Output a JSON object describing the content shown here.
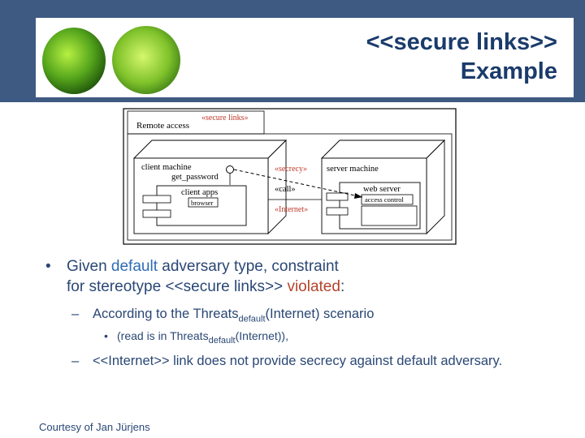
{
  "title": {
    "line1": "<<secure links>>",
    "line2": "Example"
  },
  "diagram": {
    "package_name": "Remote access",
    "package_stereotype": "«secure links»",
    "client_node": "client machine",
    "get_password": "get_password",
    "client_apps": "client apps",
    "browser": "browser",
    "secrecy": "«secrecy»",
    "call": "«call»",
    "internet": "«Internet»",
    "server_node": "server machine",
    "web_server": "web server",
    "access_control": "access control"
  },
  "bullet1": {
    "prefix": "Given ",
    "default": "default",
    "middle": " adversary type, constraint",
    "line2_prefix": "for stereotype <<secure links>> ",
    "violated": "violated",
    "colon": ":"
  },
  "sub1": {
    "prefix": "According to the Threats",
    "subscript": "default",
    "suffix": "(Internet) scenario"
  },
  "subsub1": {
    "prefix": "(read is in Threats",
    "subscript": "default",
    "suffix": "(Internet)),"
  },
  "sub2": {
    "text": "<<Internet>> link does not provide secrecy against default adversary."
  },
  "courtesy": "Courtesy of Jan Jürjens",
  "colors": {
    "header_bar": "#3e5a82",
    "title_text": "#1a3b6b",
    "body_text": "#2a4775",
    "highlight_blue": "#2e6db5",
    "highlight_red": "#b5432a"
  }
}
